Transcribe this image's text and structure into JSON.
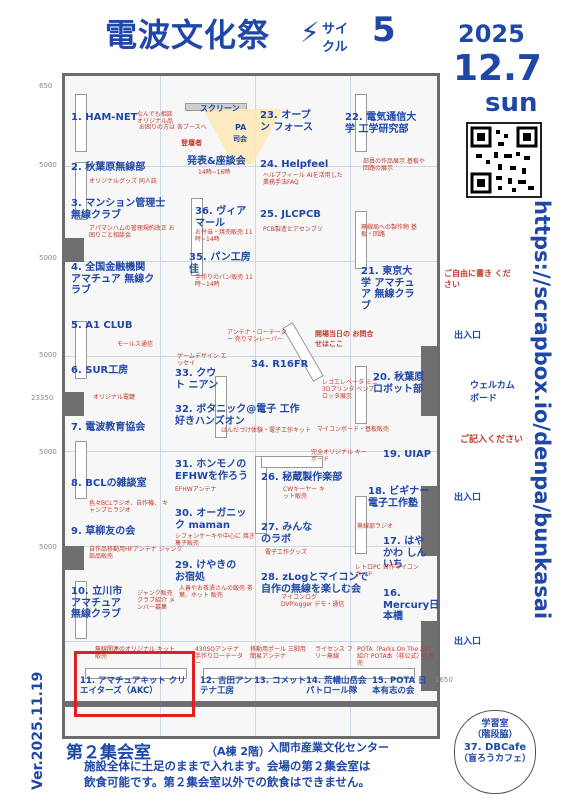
{
  "header": {
    "title": "電波文化祭",
    "subtitle_line1": "サイ",
    "subtitle_line2": "クル",
    "number": "5",
    "year": "2025",
    "month_day": "12.7",
    "weekday": "sun",
    "url": "https://scrapbox.io/denpa/bunkasai"
  },
  "version": "Ver.2025.11.19",
  "stage": {
    "screen": "スクリーン",
    "pa": "PA",
    "mc": "司会",
    "speaker": "登壇者",
    "caption": "発表&座談会",
    "time": "14時~16時"
  },
  "booths_left": [
    {
      "label": "1. HAM-NET",
      "note": "なんでも相談 オリジナル品"
    },
    {
      "label": "2. 秋葉原無線部",
      "note": "オリジナルグッズ 同人誌"
    },
    {
      "label": "3. マンション管理士 無線クラブ",
      "note": "アパマンハムの管理規約改正 お困りごと相談会"
    },
    {
      "label": "4. 全国金融機関 アマチュア 無線クラブ",
      "note": ""
    },
    {
      "label": "5. A1 CLUB",
      "note": "モールス通信"
    },
    {
      "label": "6. SUR工房",
      "note": "オリジナル電鍵"
    },
    {
      "label": "7. 電波教育協会",
      "note": ""
    },
    {
      "label": "8. BCLの雑談室",
      "note": "色々BCLラジオ、自作機、 キャンプとラジオ"
    },
    {
      "label": "9. 草柳友の会",
      "note": "自作品移動用HFアンテナ ジャンク部品販売"
    },
    {
      "label": "10. 立川市 アマチュア 無線クラブ",
      "note": "ジャンク販売 クラブ紹介 メンバー募集"
    }
  ],
  "booths_center": [
    {
      "label": "36. ヴィア マール",
      "note": "お弁当・焼売販売 11時~14時"
    },
    {
      "label": "35. パン工房 佳",
      "note": "手作りのパン販売 11時~14時"
    },
    {
      "label": "34. R16FR",
      "note": "アンテナ・ローテーター 売りマンレーバー"
    },
    {
      "label": "33. クウト ニアン",
      "note": "ゲームデザイン エッセイ"
    },
    {
      "label": "32. ボタニック@電子 工作好きハンズオン",
      "note": "はんだづけ体験・電子工作キット"
    },
    {
      "label": "31. ホンモノの EFHWを作ろう",
      "note": "EFHWアンテナ"
    },
    {
      "label": "30. オーガニック maman",
      "note": "シフォンケーキや中心に 焼き菓子販売"
    },
    {
      "label": "29. けやきの お宿処",
      "note": "入善やお茶漬さんの飯売 茶葉、ホット 販売"
    },
    {
      "label": "28. zLogとマイコンで 自作の無線を楽しむ会",
      "note": "マイコンログ DVPlogger デモ・通信"
    },
    {
      "label": "27. みんな のラボ",
      "note": "電子工作グッズ"
    },
    {
      "label": "26. 秘蔵製作楽部",
      "note": "CWキーヤー キット販売"
    }
  ],
  "booths_right": [
    {
      "label": "23. オープン フォース",
      "note": ""
    },
    {
      "label": "24. Helpfeel",
      "note": "ヘルプフィール AIを活用した業務手法FAQ"
    },
    {
      "label": "25. JLCPCB",
      "note": "PCB製造とアセンブリ"
    },
    {
      "label": "22. 電気通信大学 工学研究部",
      "note": "部員の作品展示 基板や回路の展示"
    },
    {
      "label": "21. 東京大学 アマチュア 無線クラブ",
      "note": "無線局への製作物 基板・回路"
    },
    {
      "label": "20. 秋葉原 ロボット部",
      "note": "レゴエレベータ ミニ3Dプリンタ ペンプロッタ展示"
    },
    {
      "label": "19. UIAP",
      "note": "マイコンボード・基板販売"
    },
    {
      "label": "18. ビギナー 電子工作塾",
      "note": "完全オリジナル キーボード"
    },
    {
      "label": "17. はやかわ しんいち",
      "note": "無線部ラジオ"
    },
    {
      "label": "16. Mercury日本橋",
      "note": "レトロPC 自作マイコンボード"
    }
  ],
  "booths_bottom": [
    {
      "label": "11. アマチュアキット クリエイターズ（AKC）",
      "note": "無線関連のオリジナル キット販売"
    },
    {
      "label": "12. 吉田アン テナ工房",
      "note": "430SQアンテナ 手作りローテーター"
    },
    {
      "label": "13. コメット",
      "note": "移動用ポール 三脚用簡易アンテナ"
    },
    {
      "label": "14. 荒幡山岳会 パトロール隊",
      "note": "ライセンス フリー無線"
    },
    {
      "label": "15. POTA 日本有志の会",
      "note": "POTA（Parks On The Air）紹介 POTA本（非公式）の販売"
    }
  ],
  "signs": {
    "help": "お困りの方は 各ブースへ",
    "info": "開場当日の お問合せはここ",
    "entrance1": "出入口",
    "entrance2": "出入口",
    "entrance3": "出入口",
    "welcome": "ウェルカム ボード",
    "fillin": "ご記入ください",
    "self_entry": "ご自由に書き ください"
  },
  "dimensions": {
    "d650": "650",
    "d5000a": "5000",
    "d5000b": "5000",
    "d5000c": "5000",
    "d5000d": "5000",
    "d5000e": "5000",
    "d23350": "23350",
    "d1650": "1650"
  },
  "venue": {
    "hall": "第２集会室",
    "building": "（A棟 2階）",
    "facility": "入間市産業文化センター",
    "notice_line1": "施設全体に土足のままで入れます。会場の第２集会室は",
    "notice_line2": "飲食可能です。第２集会室以外での飲食はできません。"
  },
  "cafe": {
    "room": "学習室",
    "floor": "（階段脇）",
    "name": "37. DBCafe",
    "alias": "（盲ろうカフェ）"
  }
}
